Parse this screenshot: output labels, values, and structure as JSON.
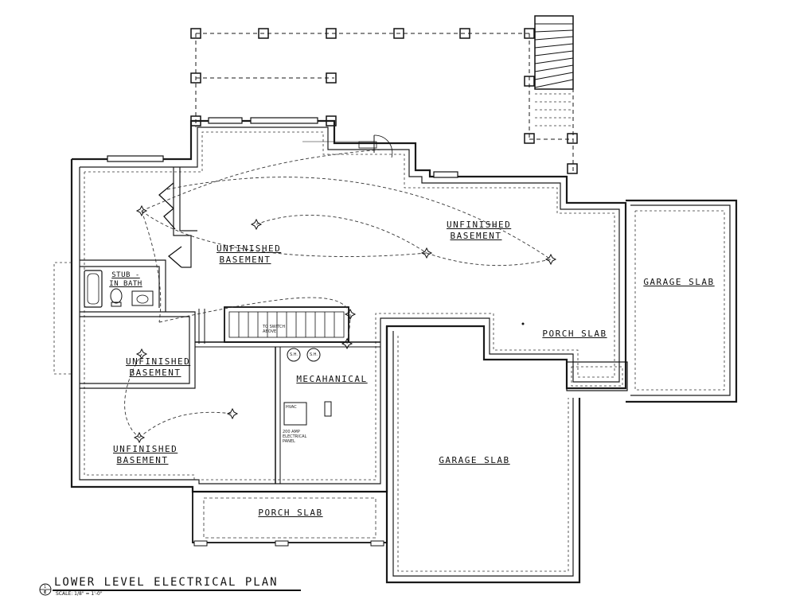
{
  "title": "LOWER LEVEL ELECTRICAL PLAN",
  "scale": "SCALE: 1/8\" = 1'-0\"",
  "sheet_tag": {
    "top": "1",
    "bottom": "E"
  },
  "rooms": {
    "basement_center": "UNFINISHED BASEMENT",
    "basement_right": "UNFINISHED BASEMENT",
    "basement_left_mid": "UNFINISHED BASEMENT",
    "basement_left_bottom": "UNFINISHED BASEMENT",
    "stub_bath": "STUB - IN BATH",
    "mechanical": "MECAHANICAL",
    "porch_slab_right": "PORCH SLAB",
    "porch_slab_bottom": "PORCH SLAB",
    "garage_slab_right": "GARAGE SLAB",
    "garage_slab_center": "GARAGE SLAB"
  },
  "notes": {
    "to_switch": "TO SWITCH ABOVE",
    "hvac": "HVAC",
    "panel": "200 AMP ELECTRICAL PANEL",
    "sh1": "S.H.",
    "sh2": "S.H."
  }
}
